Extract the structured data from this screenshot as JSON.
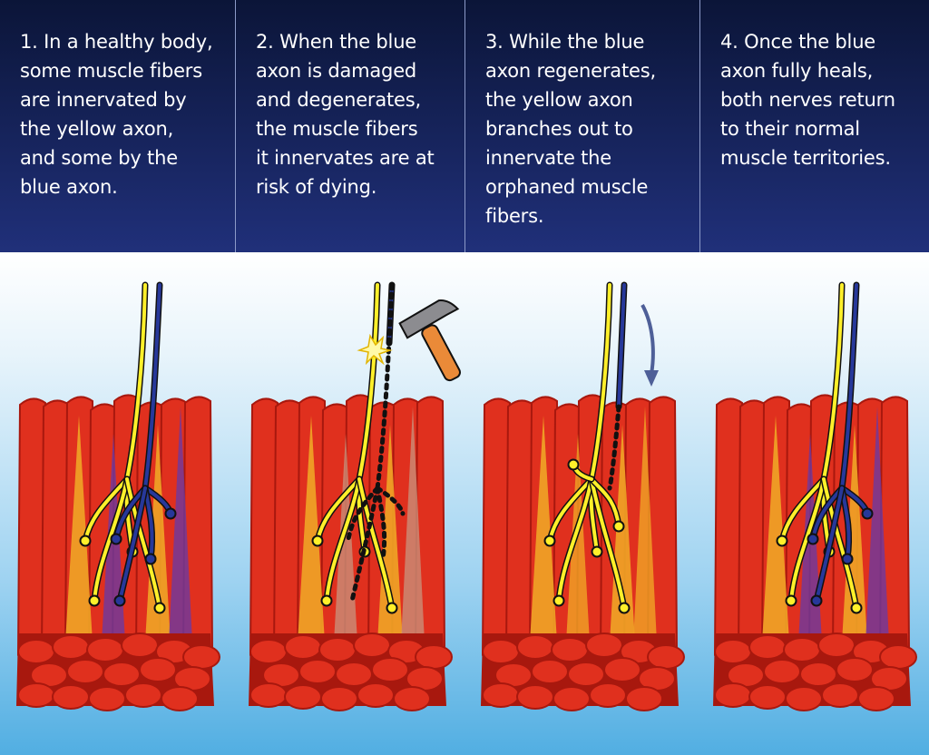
{
  "captions": [
    "1. In a healthy body,\nsome muscle fibers\nare innervated by\nthe yellow axon,\nand some by the\nblue axon.",
    "2. When the blue\naxon is damaged\nand degenerates,\nthe muscle fibers\nit innervates are at\nrisk of dying.",
    "3. While the blue\naxon regenerates,\nthe yellow axon\nbranches out to\ninnervate the\norphaned muscle\nfibers.",
    "4. Once the blue\naxon fully heals,\nboth nerves return\nto their normal\nmuscle territories."
  ],
  "colors": {
    "header_top": "#0b1538",
    "header_bottom": "#20307a",
    "muscle_red": "#e0301e",
    "muscle_dark": "#a8180e",
    "yellow_axon": "#fff02a",
    "blue_axon": "#27389a",
    "yellow_fiber": "#f0a526",
    "blue_fiber": "#6d3aa0",
    "dying_fiber": "#c98f78",
    "hammer_handle": "#ea8a38",
    "hammer_head": "#8c8c90",
    "arrow": "#4e5f98"
  },
  "icons": [
    "hammer-icon",
    "impact-spark-icon",
    "regrowth-arrow-icon"
  ]
}
